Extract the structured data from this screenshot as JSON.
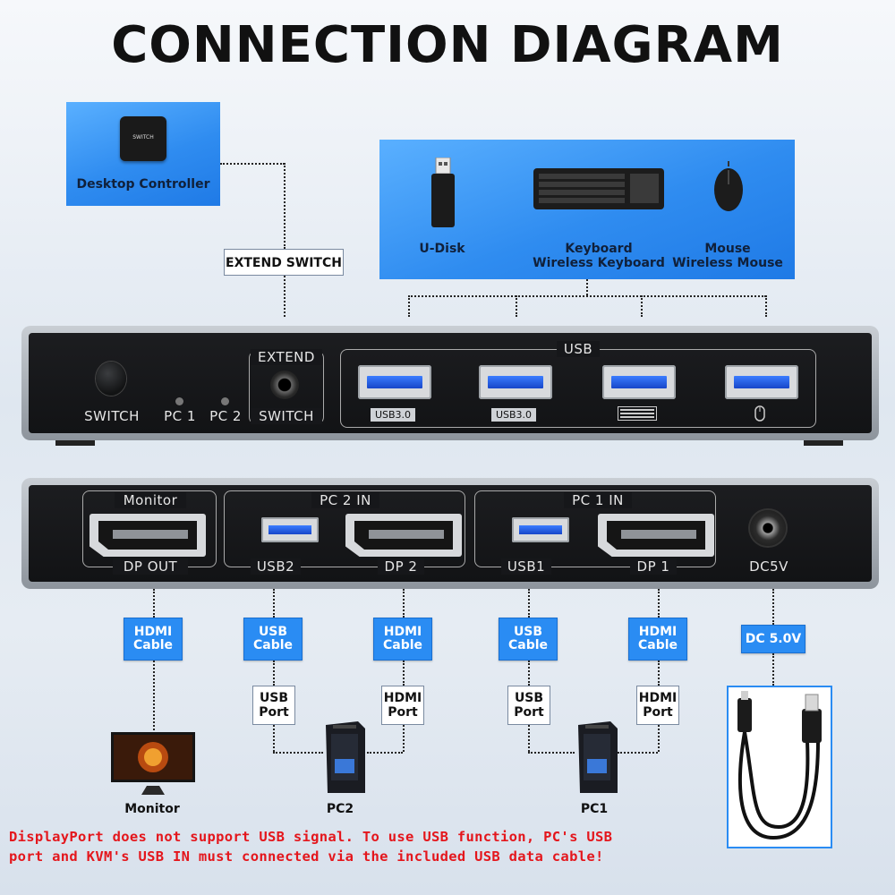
{
  "title": "CONNECTION DIAGRAM",
  "desktop_controller": {
    "label": "Desktop Controller",
    "device_text": "SWITCH"
  },
  "extend_switch_tag": "EXTEND SWITCH",
  "peripherals": {
    "udisk": "U-Disk",
    "keyboard_line1": "Keyboard",
    "keyboard_line2": "Wireless Keyboard",
    "mouse_line1": "Mouse",
    "mouse_line2": "Wireless Mouse"
  },
  "front_panel": {
    "switch_label": "SWITCH",
    "pc1_label": "PC 1",
    "pc2_label": "PC 2",
    "extend_top": "EXTEND",
    "extend_bottom": "SWITCH",
    "usb_group": "USB",
    "port1_label": "USB3.0",
    "port2_label": "USB3.0"
  },
  "back_panel": {
    "monitor_top": "Monitor",
    "monitor_bottom": "DP OUT",
    "pc2_group": "PC 2 IN",
    "usb2": "USB2",
    "dp2": "DP 2",
    "pc1_group": "PC 1 IN",
    "usb1": "USB1",
    "dp1": "DP 1",
    "dc": "DC5V"
  },
  "cable_tags": {
    "monitor_cable_l1": "HDMI",
    "monitor_cable_l2": "Cable",
    "usb2_cable_l1": "USB",
    "usb2_cable_l2": "Cable",
    "dp2_cable_l1": "HDMI",
    "dp2_cable_l2": "Cable",
    "usb1_cable_l1": "USB",
    "usb1_cable_l2": "Cable",
    "dp1_cable_l1": "HDMI",
    "dp1_cable_l2": "Cable",
    "dc_cable": "DC 5.0V"
  },
  "port_tags": {
    "pc2_usb_l1": "USB",
    "pc2_usb_l2": "Port",
    "pc2_hdmi_l1": "HDMI",
    "pc2_hdmi_l2": "Port",
    "pc1_usb_l1": "USB",
    "pc1_usb_l2": "Port",
    "pc1_hdmi_l1": "HDMI",
    "pc1_hdmi_l2": "Port"
  },
  "captions": {
    "monitor": "Monitor",
    "pc2": "PC2",
    "pc1": "PC1"
  },
  "footnote_line1": "DisplayPort does not support USB signal. To use USB function, PC's USB",
  "footnote_line2": "port and KVM's USB IN must connected via the included USB data cable!",
  "colors": {
    "accent_blue": "#2a8cf3",
    "warning_red": "#e4161c",
    "panel_black": "#16171a"
  }
}
